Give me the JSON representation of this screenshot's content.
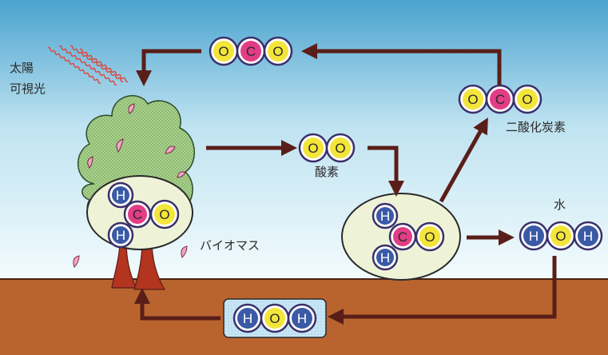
{
  "labels": {
    "sun_line1": "太陽",
    "sun_line2": "可視光",
    "oxygen": "酸素",
    "carbon_dioxide": "二酸化炭素",
    "water": "水",
    "biomass": "バイオマス"
  },
  "atoms": {
    "hydrogen": "H",
    "carbon": "C",
    "oxygen": "O"
  },
  "colors": {
    "sky_top": "#4aa3cf",
    "sky_bottom": "#f3fbfd",
    "ground": "#b9642f",
    "arrow": "#5a1e18",
    "atom_o": "#f3e53a",
    "atom_c": "#e23d86",
    "atom_h": "#3a5aa6",
    "atom_ring": "#3a2f6a",
    "tree": "#a9d18b",
    "trunk": "#b3341f",
    "leaf_pink": "#f0a7c4",
    "sun_wave": "#e0443a",
    "water_box": "#c7e6f5"
  }
}
